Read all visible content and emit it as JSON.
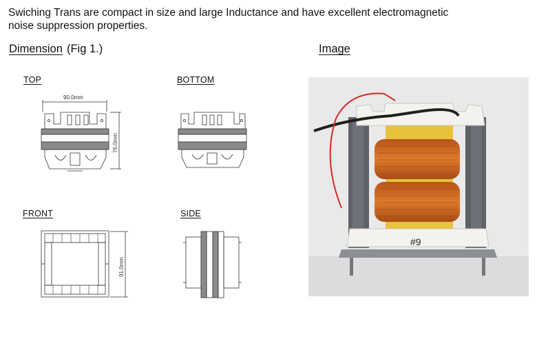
{
  "intro": {
    "line1": "Swiching Trans  are compact in size and large Inductance and have excellent electromagnetic",
    "line2": "noise suppression properties."
  },
  "headings": {
    "dimension": "Dimension",
    "fig": "(Fig 1.)",
    "image": "Image"
  },
  "views": {
    "top": "TOP",
    "bottom": "BOTTOM",
    "front": "FRONT",
    "side": "SIDE"
  },
  "dimensions": {
    "width": "90.0mm",
    "height": "76.0mm",
    "front_height": "91.0mm"
  },
  "photo": {
    "marking": "#9"
  },
  "colors": {
    "copper": "#c8621e",
    "ceramic": "#f4f2ee",
    "core": "#5e6166",
    "tape": "#e8c23a",
    "wire_red": "#d42a22"
  }
}
